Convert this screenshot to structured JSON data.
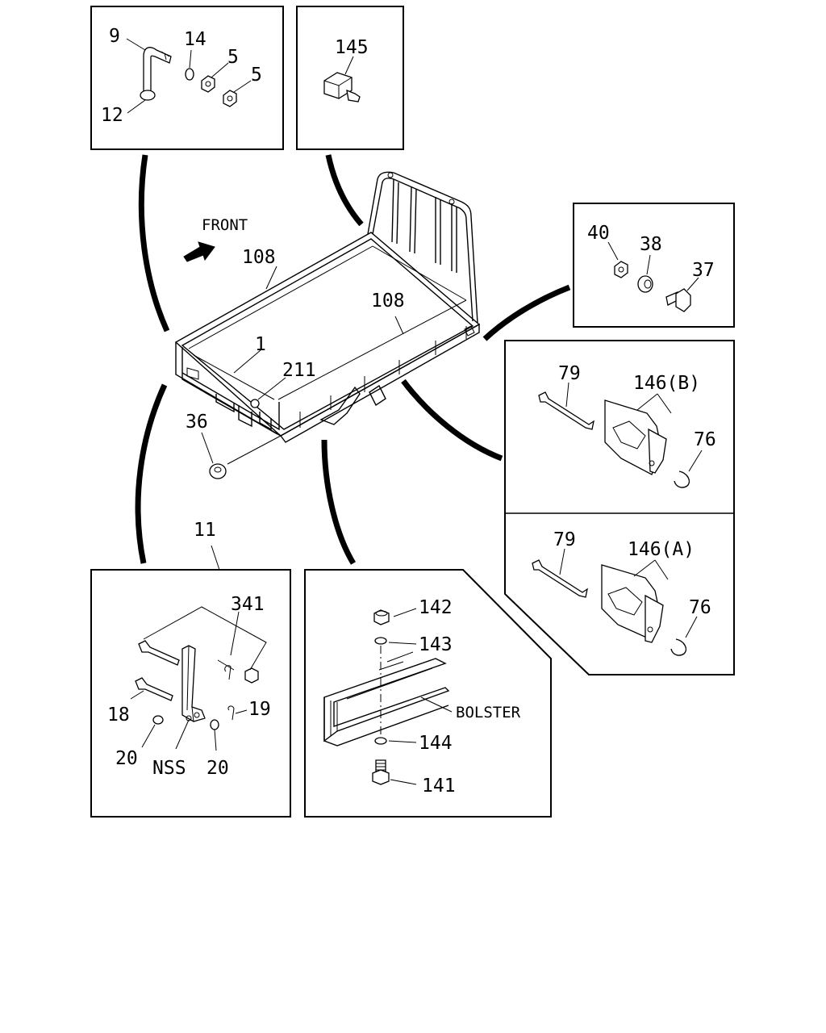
{
  "diagram": {
    "labels": {
      "p9": "9",
      "p14": "14",
      "p5a": "5",
      "p5b": "5",
      "p12": "12",
      "p145": "145",
      "front": "FRONT",
      "p108a": "108",
      "p108b": "108",
      "p1": "1",
      "p211": "211",
      "p36": "36",
      "p40": "40",
      "p38": "38",
      "p37": "37",
      "p79a": "79",
      "p146b": "146(B)",
      "p76a": "76",
      "p79b": "79",
      "p146a": "146(A)",
      "p76b": "76",
      "p11": "11",
      "p341": "341",
      "p18": "18",
      "p19": "19",
      "p20a": "20",
      "nss": "NSS",
      "p20b": "20",
      "p142": "142",
      "p143": "143",
      "bolster": "BOLSTER",
      "p144": "144",
      "p141": "141"
    }
  }
}
